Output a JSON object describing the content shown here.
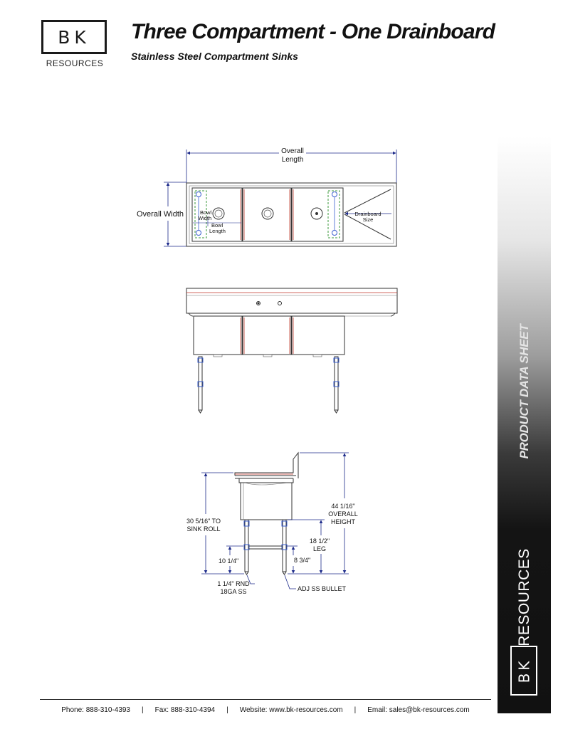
{
  "logo": {
    "mark": "BK",
    "sub": "RESOURCES"
  },
  "title": "Three Compartment - One Drainboard",
  "subtitle": "Stainless Steel Compartment Sinks",
  "sidebar": {
    "label": "PRODUCT DATA SHEET",
    "brand": "RESOURCES",
    "mark": "BK"
  },
  "top_view": {
    "overall_length": [
      "Overall",
      "Length"
    ],
    "overall_width": "Overall Width",
    "bowl_width": [
      "Bowl",
      "Width"
    ],
    "bowl_length": [
      "Bowl",
      "Length"
    ],
    "drainboard_size": [
      "Drainboard",
      "Size"
    ]
  },
  "side_view": {
    "to_sink_roll": [
      "30 5/16\" TO",
      "SINK ROLL"
    ],
    "overall_height": [
      "44 1/16\"",
      "OVERALL",
      "HEIGHT"
    ],
    "leg": [
      "18 1/2\"",
      "LEG"
    ],
    "d8": "8 3/4\"",
    "d10": "10 1/4\"",
    "tube": [
      "1 1/4\" RND",
      "18GA SS"
    ],
    "bullet": "ADJ SS BULLET"
  },
  "footer": {
    "phone": "Phone: 888-310-4393",
    "fax": "Fax: 888-310-4394",
    "website": "Website: www.bk-resources.com",
    "email": "Email: sales@bk-resources.com",
    "separator": "|"
  },
  "colors": {
    "line": "#333333",
    "dim": "#1c2a8a",
    "accent_red": "#c0392b",
    "accent_green": "#3c9a3c",
    "accent_blue": "#3b5fcf"
  }
}
